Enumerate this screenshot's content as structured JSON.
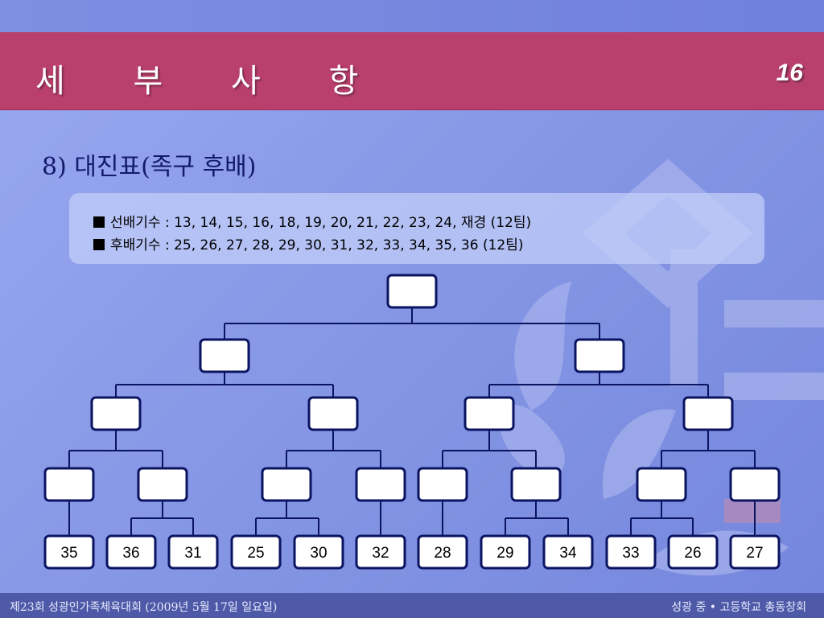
{
  "header": {
    "title": "세 부 사 항",
    "page_number": "16"
  },
  "subtitle": "8) 대진표(족구 후배)",
  "info": {
    "line1": "선배기수 : 13, 14, 15, 16, 18, 19, 20, 21, 22, 23, 24, 재경 (12팀)",
    "line2": "후배기수 : 25, 26, 27, 28, 29, 30, 31, 32, 33, 34, 35, 36 (12팀)"
  },
  "bracket": {
    "teams": [
      "35",
      "36",
      "31",
      "25",
      "30",
      "32",
      "28",
      "29",
      "34",
      "33",
      "26",
      "27"
    ]
  },
  "footer": {
    "left": "제23회 성광인가족체육대회 (2009년 5월 17일 일요일)",
    "right": "성광 중 • 고등학교 총동창회"
  },
  "colors": {
    "title_bar": "#b9406c",
    "background": "#8b9be8",
    "bracket_line": "#0a1460",
    "box_fill": "#ffffff",
    "footer": "#4e5aa8"
  }
}
